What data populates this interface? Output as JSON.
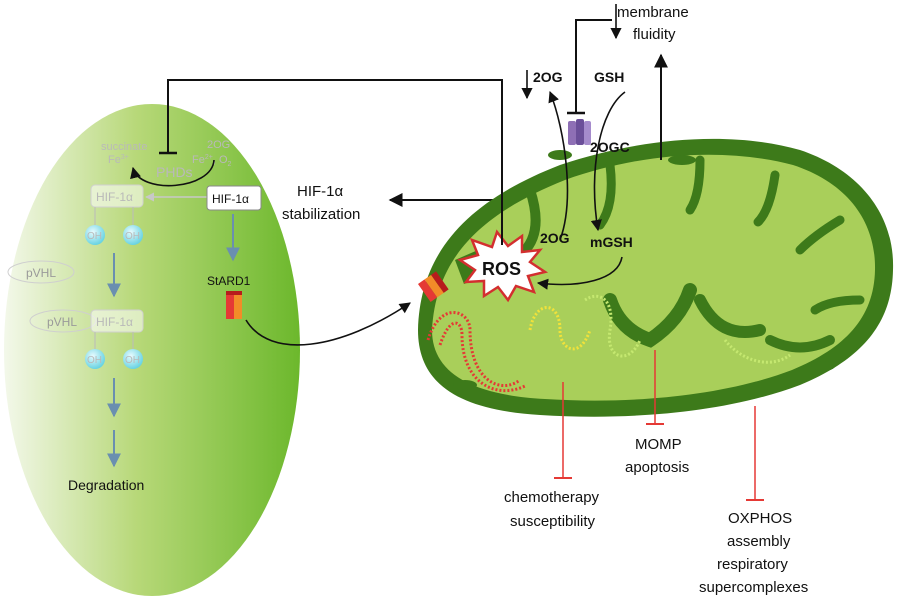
{
  "cell": {
    "succinate": "succinate",
    "fe3": "Fe",
    "fe3_sup": "3+",
    "twoOG": "2OG",
    "fe2o2": "Fe",
    "fe2o2_sup": "2+",
    "o2": "O",
    "o2_sub": "2",
    "phds": "PHDs",
    "hif_faded_1": "HIF-1α",
    "hif_active": "HIF-1α",
    "oh1": "OH",
    "oh2": "OH",
    "pvhl_1": "pVHL",
    "pvhl_2": "pVHL",
    "hif_faded_2": "HIF-1α",
    "oh3": "OH",
    "oh4": "OH",
    "stard1": "StARD1",
    "degradation": "Degradation"
  },
  "middle": {
    "hif_stab_1": "HIF-1α",
    "hif_stab_2": "stabilization"
  },
  "mito": {
    "membrane_1": "membrane",
    "membrane_2": "fluidity",
    "twoOG_top": "2OG",
    "gsh": "GSH",
    "twoOGC": "2OGC",
    "twoOG_inner": "2OG",
    "mgsh": "mGSH",
    "ros": "ROS"
  },
  "outcomes": {
    "chemo_1": "chemotherapy",
    "chemo_2": "susceptibility",
    "momp_1": "MOMP",
    "momp_2": "apoptosis",
    "oxphos_1": "OXPHOS",
    "oxphos_2": "assembly",
    "oxphos_3": "respiratory",
    "oxphos_4": "supercomplexes"
  },
  "colors": {
    "cell_green": "#8cc63f",
    "mito_dark": "#3d7a1a",
    "mito_light": "#a9cf5a",
    "inhibit_red": "#e53935",
    "ros_outline": "#d32f2f"
  }
}
